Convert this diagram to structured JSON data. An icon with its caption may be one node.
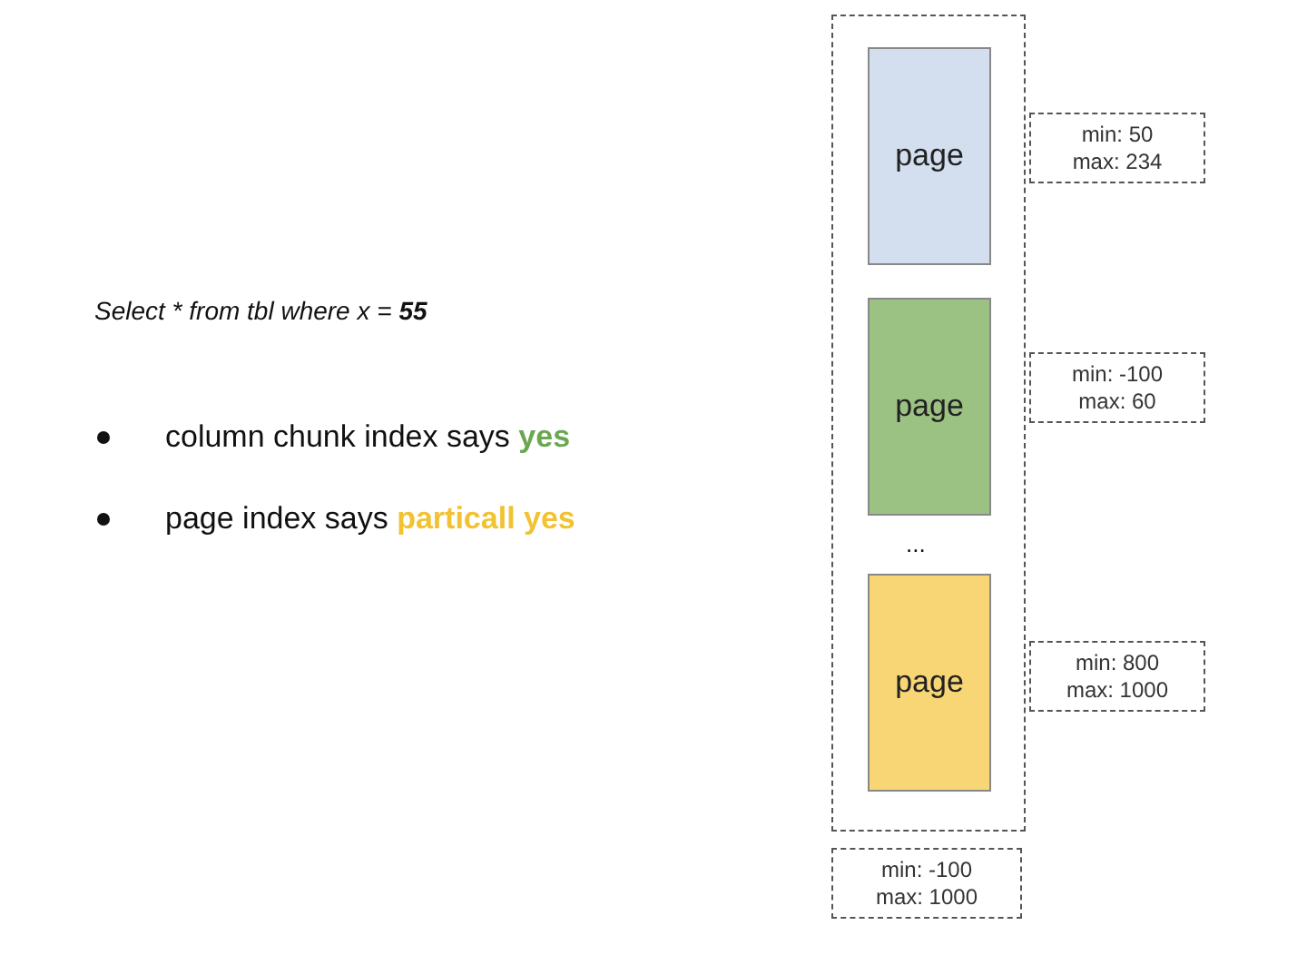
{
  "diagram": {
    "nodes": [
      {
        "text": [],
        "shape": "box"
      },
      {
        "text": [
          "page"
        ],
        "in": 0
      },
      {
        "text": [
          "page"
        ],
        "in": 0
      },
      {
        "text": [
          "page"
        ],
        "in": 0
      },
      {
        "text": [
          "min: 50",
          "max: 234"
        ]
      },
      {
        "text": [
          "min: -100",
          "max: 60"
        ]
      },
      {
        "text": [
          "min: 800",
          "max: 1000"
        ]
      },
      {
        "text": [
          "min: -100",
          "max: 1000"
        ]
      }
    ],
    "edges": [],
    "labels": [
      "Select * from tbl where x = **55**",
      "column chunk index says **yes**",
      "page index says **particall yes**",
      "..."
    ]
  }
}
